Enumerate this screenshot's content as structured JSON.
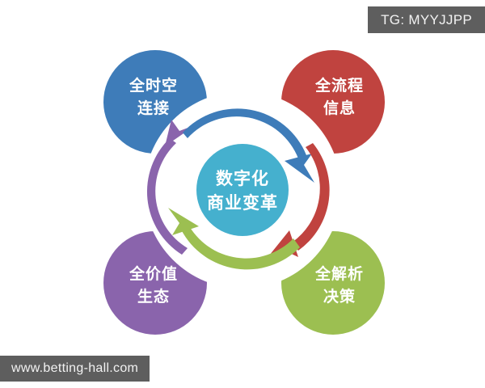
{
  "diagram": {
    "type": "cycle",
    "core": {
      "label_lines": [
        "数字化",
        "商业变革"
      ],
      "color": "#45b0ce"
    },
    "nodes": [
      {
        "id": "top-left",
        "label_lines": [
          "全时空",
          "连接"
        ],
        "color": "#3e7cb9",
        "position": "top-left"
      },
      {
        "id": "top-right",
        "label_lines": [
          "全流程",
          "信息"
        ],
        "color": "#c0433f",
        "position": "top-right"
      },
      {
        "id": "bottom-right",
        "label_lines": [
          "全解析",
          "决策"
        ],
        "color": "#9cbf51",
        "position": "bottom-right"
      },
      {
        "id": "bottom-left",
        "label_lines": [
          "全价值",
          "生态"
        ],
        "color": "#8a64ac",
        "position": "bottom-left"
      }
    ],
    "arrows": [
      {
        "id": "purple-arrow",
        "color": "#8a64ac",
        "from": "bottom-left",
        "to": "top-left",
        "direction": "up-right"
      },
      {
        "id": "blue-arrow",
        "color": "#3e7cb9",
        "from": "top-left",
        "to": "top-right",
        "direction": "down-right"
      },
      {
        "id": "red-arrow",
        "color": "#c0433f",
        "from": "top-right",
        "to": "bottom-right",
        "direction": "down-left"
      },
      {
        "id": "green-arrow",
        "color": "#9cbf51",
        "from": "bottom-right",
        "to": "bottom-left",
        "direction": "up-left"
      }
    ],
    "background_color": "#ffffff"
  },
  "watermarks": {
    "top_right": "TG: MYYJJPP",
    "bottom_left": "www.betting-hall.com",
    "background_color": "#5e5e5e",
    "text_color": "#f2f2f2"
  }
}
